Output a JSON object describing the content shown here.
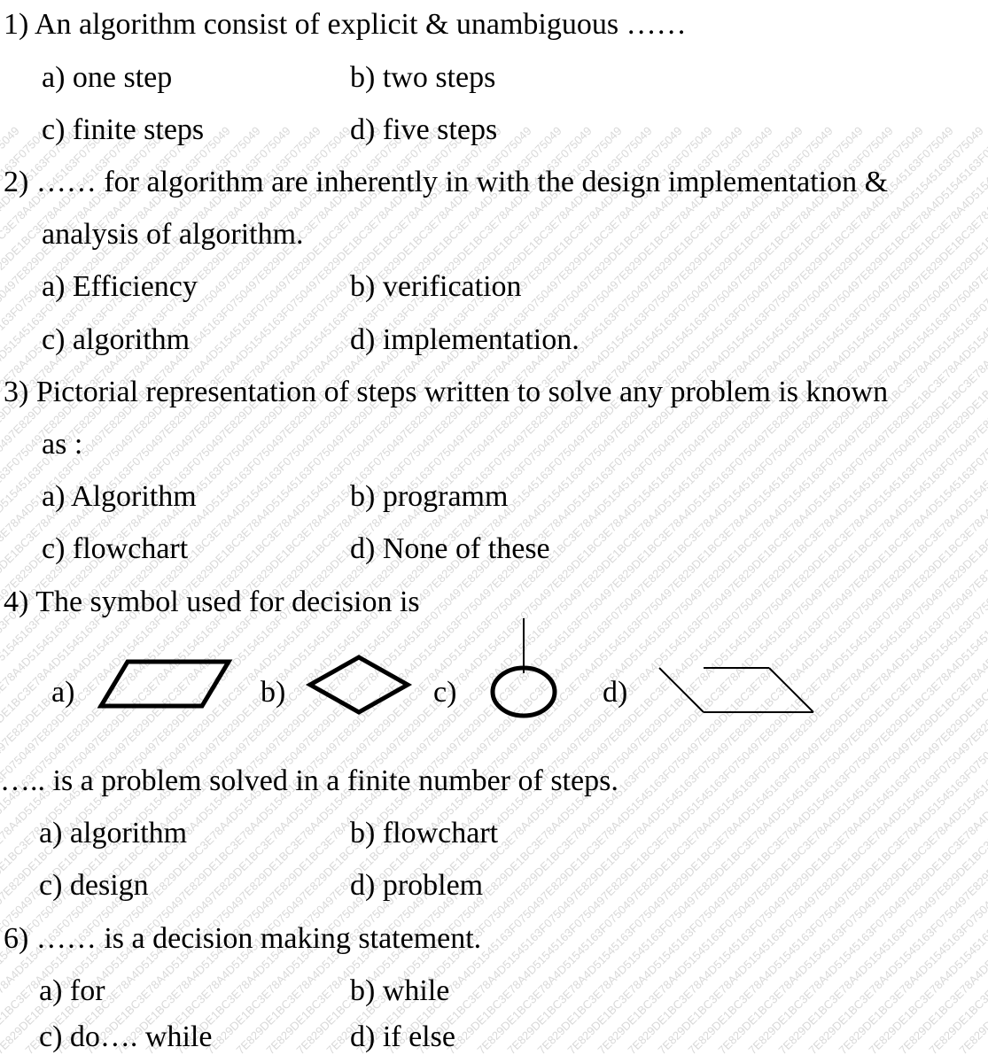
{
  "questions": [
    {
      "number": "1)",
      "text": "An algorithm consist of explicit & unambiguous ……",
      "options": {
        "a": "a)  one step",
        "b": "b)  two steps",
        "c": "c)  finite steps",
        "d": "d)  five steps"
      }
    },
    {
      "number": "2)",
      "text": "…… for algorithm are inherently in with the design implementation &",
      "text_cont": "analysis of algorithm.",
      "options": {
        "a": "a)  Efficiency",
        "b": "b)  verification",
        "c": "c)  algorithm",
        "d": "d)  implementation."
      }
    },
    {
      "number": "3)",
      "text": "Pictorial representation of steps written to solve any problem is known",
      "text_cont": "as :",
      "options": {
        "a": "a)  Algorithm",
        "b": "b)  programm",
        "c": "c)  flowchart",
        "d": "d)  None of these"
      }
    },
    {
      "number": "4)",
      "text": "The symbol used for decision is",
      "options": {
        "a": "a)",
        "b": "b)",
        "c": "c)",
        "d": "d)"
      },
      "symbols": {
        "a": "parallelogram-icon",
        "b": "diamond-icon",
        "c": "connector-circle-icon",
        "d": "open-parallelogram-icon"
      }
    },
    {
      "number": "",
      "text": "….. is a problem solved in a finite number of steps.",
      "options": {
        "a": "a)  algorithm",
        "b": "b)  flowchart",
        "c": "c)  design",
        "d": "d)  problem"
      }
    },
    {
      "number": "6)",
      "text": "…… is a decision making statement.",
      "options": {
        "a": "a)  for",
        "b": "b)  while",
        "c": "c)  do…. while",
        "d": "d)  if else"
      }
    }
  ],
  "watermark_text": "7E829DE1BC3E78A4D51545163F0750497E829DE1BC3E78A4D51545163F0750497E829DE1BC3E78A4D51545163F075049",
  "colors": {
    "text": "#000000",
    "watermark": "#d9d9d9"
  }
}
